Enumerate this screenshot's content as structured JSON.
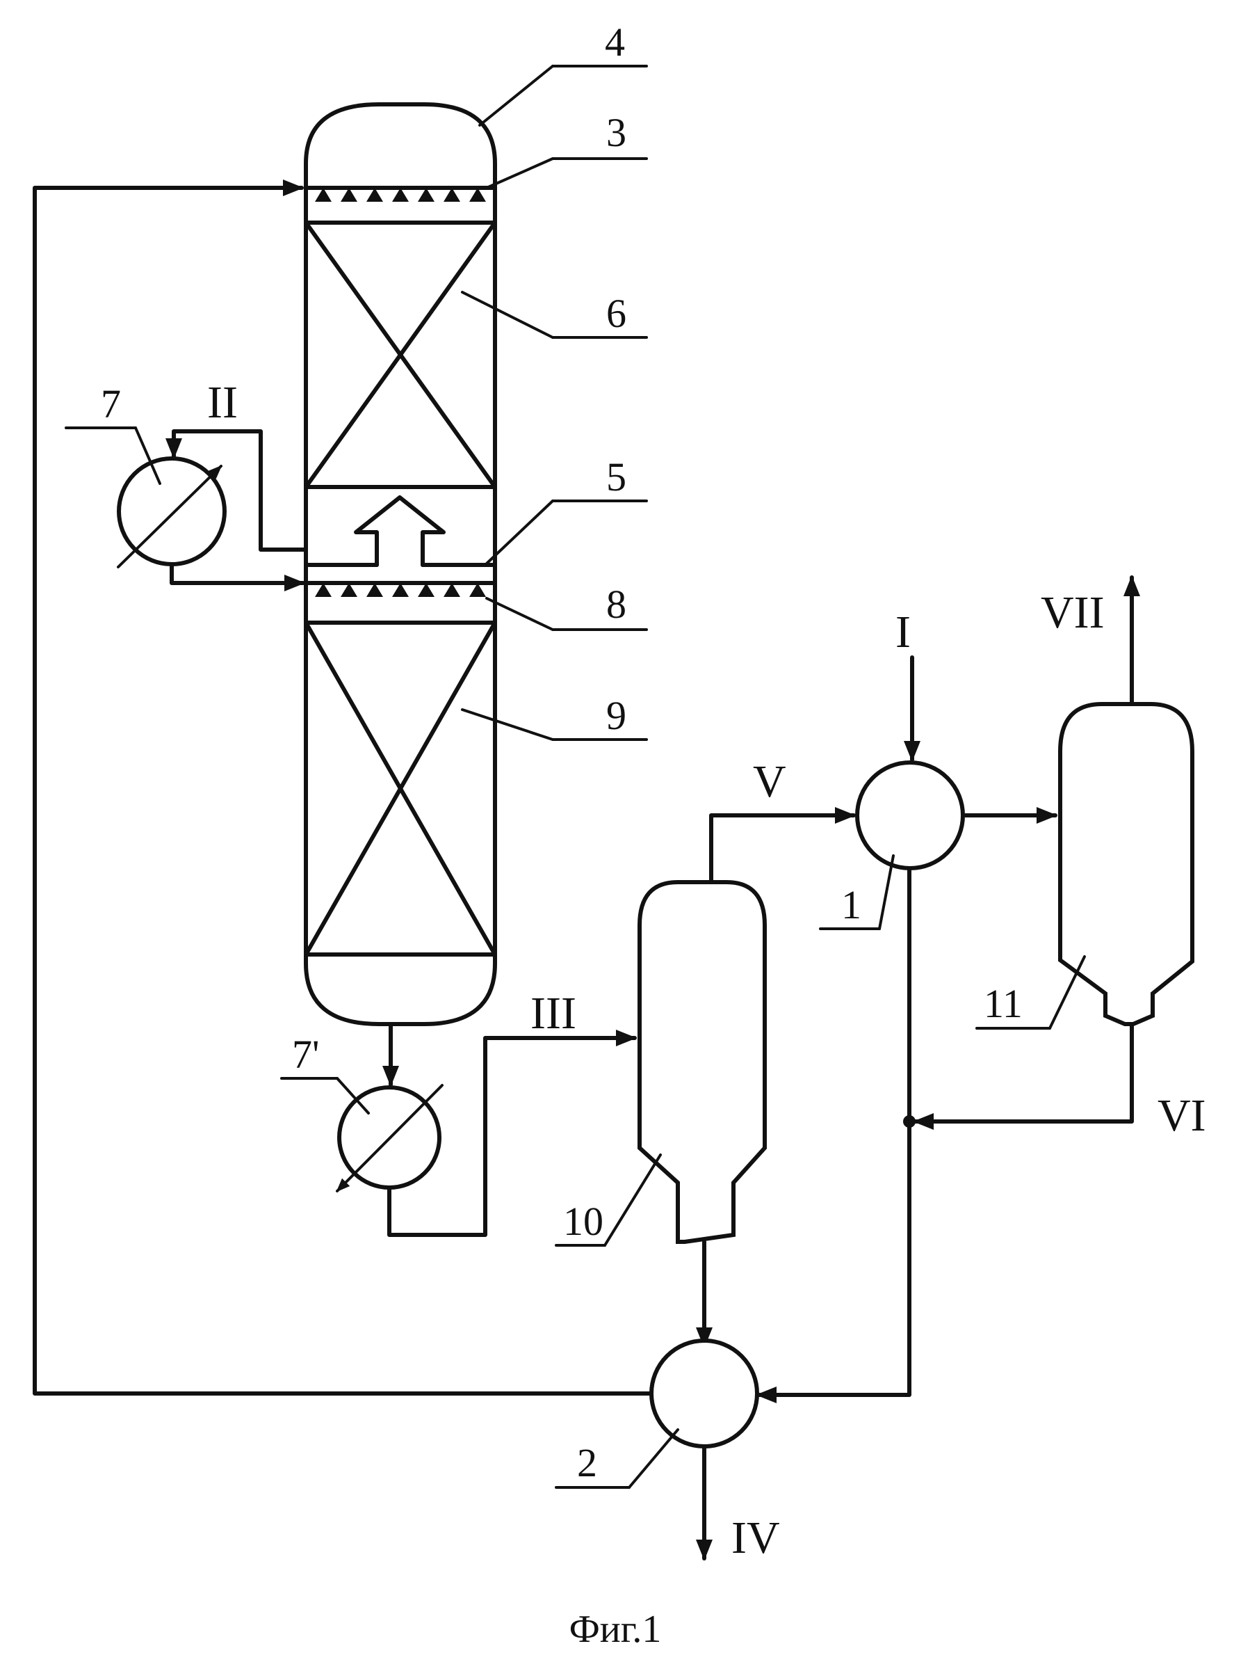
{
  "labels": {
    "n1": "1",
    "n2": "2",
    "n3": "3",
    "n4": "4",
    "n5": "5",
    "n6": "6",
    "n7": "7",
    "n7p": "7'",
    "n8": "8",
    "n9": "9",
    "n10": "10",
    "n11": "11"
  },
  "streams": {
    "I": "I",
    "II": "II",
    "III": "III",
    "IV": "IV",
    "V": "V",
    "VI": "VI",
    "VII": "VII"
  },
  "caption": "Фиг.1"
}
